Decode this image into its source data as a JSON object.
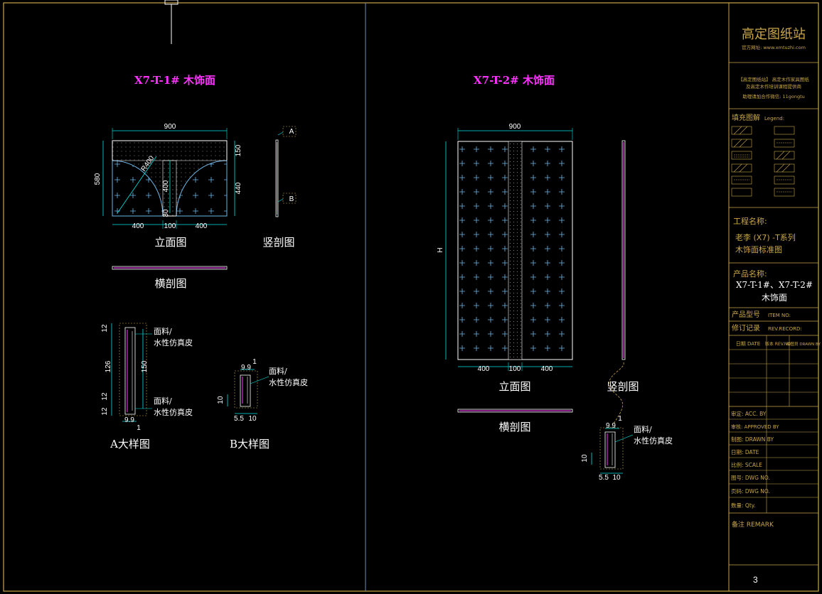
{
  "colors": {
    "background": "#000000",
    "frame": "#c9a64a",
    "title_magenta": "#ff33ff",
    "dimension_cyan": "#00e5e5",
    "drawing_white": "#ffffff",
    "divider_blue": "#6a8fc0"
  },
  "left_drawing": {
    "title": "X7-T-1# 木饰面",
    "elevation": {
      "label": "立面图",
      "dims": {
        "width": "900",
        "height": "580",
        "top_band": "150",
        "lower": "440",
        "radius": "R400",
        "inner": "400",
        "base": "30",
        "bottom_left": "400",
        "bottom_mid": "100",
        "bottom_right": "400"
      }
    },
    "vertical_section": {
      "label": "竖剖图",
      "marker_a": "A",
      "marker_b": "B"
    },
    "horizontal_section": {
      "label": "横剖图"
    },
    "detail_a": {
      "label": "A大样图",
      "note_top_1": "面料/",
      "note_top_2": "水性仿真皮",
      "note_bot_1": "面料/",
      "note_bot_2": "水性仿真皮",
      "dims": {
        "d12a": "12",
        "d126": "126",
        "d150": "150",
        "d12b": "12",
        "d12c": "12",
        "d9": "9.9",
        "d1": "1"
      }
    },
    "detail_b": {
      "label": "B大样图",
      "note_1": "面料/",
      "note_2": "水性仿真皮",
      "dims": {
        "d9": "9.9",
        "d1": "1",
        "d10v": "10",
        "d5": "5.5",
        "d10": "10"
      }
    }
  },
  "right_drawing": {
    "title": "X7-T-2# 木饰面",
    "elevation": {
      "label": "立面图",
      "dims": {
        "width": "900",
        "height": "H",
        "bottom_left": "400",
        "bottom_mid": "100",
        "bottom_right": "400"
      }
    },
    "vertical_section": {
      "label": "竖剖图"
    },
    "horizontal_section": {
      "label": "横剖图"
    },
    "detail": {
      "note_1": "面料/",
      "note_2": "水性仿真皮",
      "dims": {
        "d9": "9.9",
        "d1": "1",
        "d10v": "10",
        "d5": "5.5",
        "d10": "10"
      }
    }
  },
  "title_block": {
    "brand": "高定图纸站",
    "website": "官方网址: www.xmtuzhi.com",
    "promo_1": "【高定图纸站】 高定木作家具图纸",
    "promo_2": "及高定木作培训课程提供商",
    "promo_3": "助理请加合作微信: 11gongtu",
    "legend_title": "填充图解",
    "legend_sub": "Legend:",
    "project_label": "工程名称:",
    "project_value_1": "老李 (X7) -T系列",
    "project_value_2": "木饰面标准图",
    "product_label": "产品名称:",
    "product_value_1": "X7-T-1#、X7-T-2#",
    "product_value_2": "木饰面",
    "model_label": "产品型号",
    "model_sub": "ITEM NO:",
    "revision_label": "修订记录",
    "revision_sub": "REV.RECORD:",
    "rev_cols": [
      "日期 DATE",
      "版本 REV.NO",
      "绘图员 DRAWN BY"
    ],
    "rows": [
      "审定: ACC. BY",
      "审核: APPROVED BY",
      "制图: DRAWN BY",
      "日期: DATE",
      "比例: SCALE",
      "图号: DWG NO.",
      "页码: DWG NO.",
      "数量: Qty."
    ],
    "remark": "备注 REMARK",
    "page_number": "3"
  }
}
